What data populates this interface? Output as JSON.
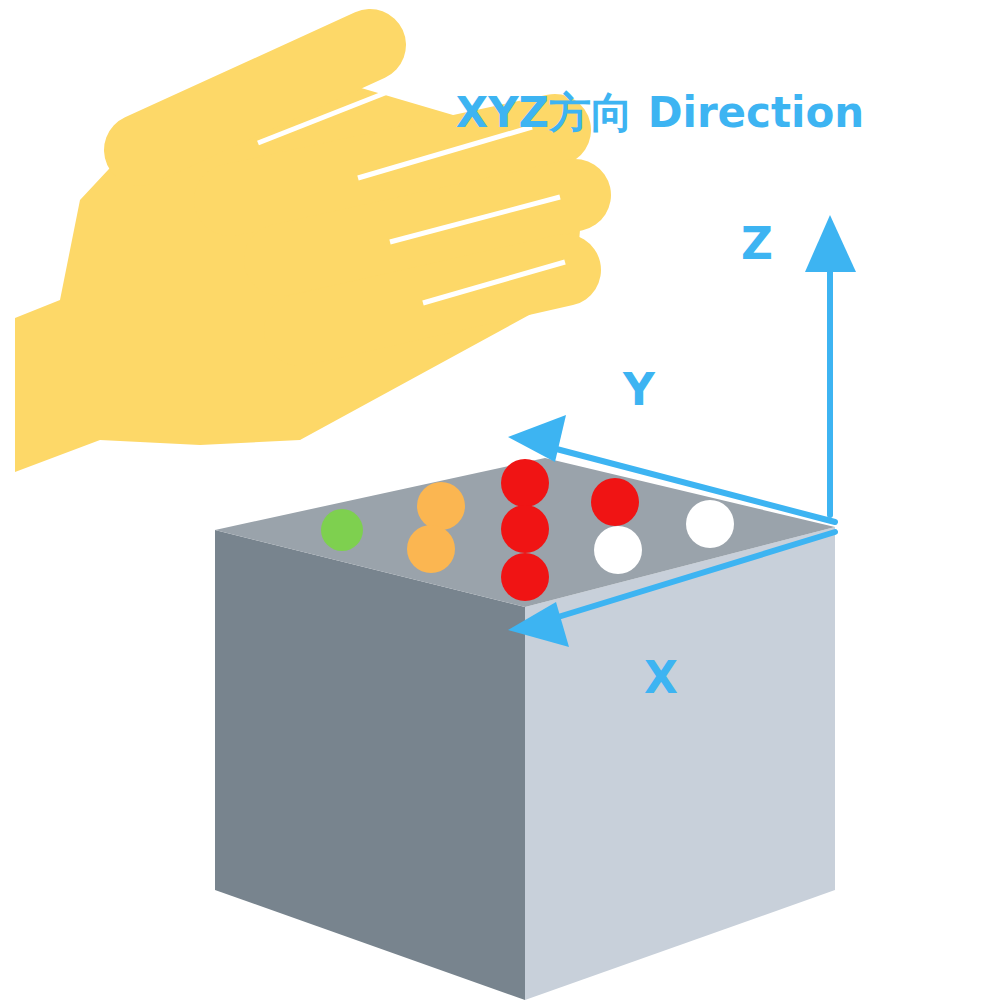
{
  "diagram": {
    "title": "XYZ方向 Direction",
    "labels": [
      "Z",
      "Y",
      "X"
    ]
  }
}
